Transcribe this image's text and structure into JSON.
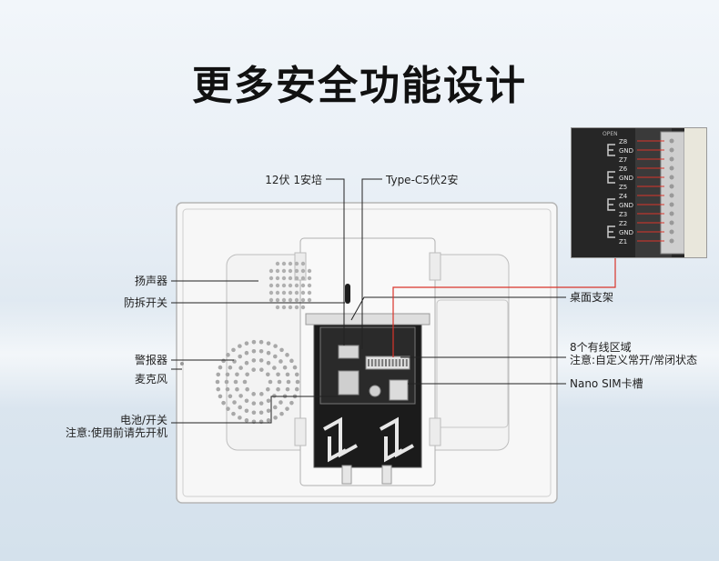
{
  "title": "更多安全功能设计",
  "labels": {
    "power_12v": "12伏 1安培",
    "type_c": "Type-C5伏2安",
    "speaker": "扬声器",
    "tamper": "防拆开关",
    "desk_stand": "桌面支架",
    "zones_title": "8个有线区域",
    "zones_note": "注意:自定义常开/常闭状态",
    "alarm": "警报器",
    "mic": "麦克风",
    "sim": "Nano SIM卡槽",
    "battery": "电池/开关",
    "battery_note": "注意:使用前请先开机"
  },
  "inset": {
    "pins": [
      "Z8",
      "GND",
      "Z7",
      "Z6",
      "GND",
      "Z5",
      "Z4",
      "GND",
      "Z3",
      "Z2",
      "GND",
      "Z1"
    ],
    "header": "OPEN"
  },
  "colors": {
    "leader_line": "#222222",
    "zone_line": "#d9342b"
  }
}
